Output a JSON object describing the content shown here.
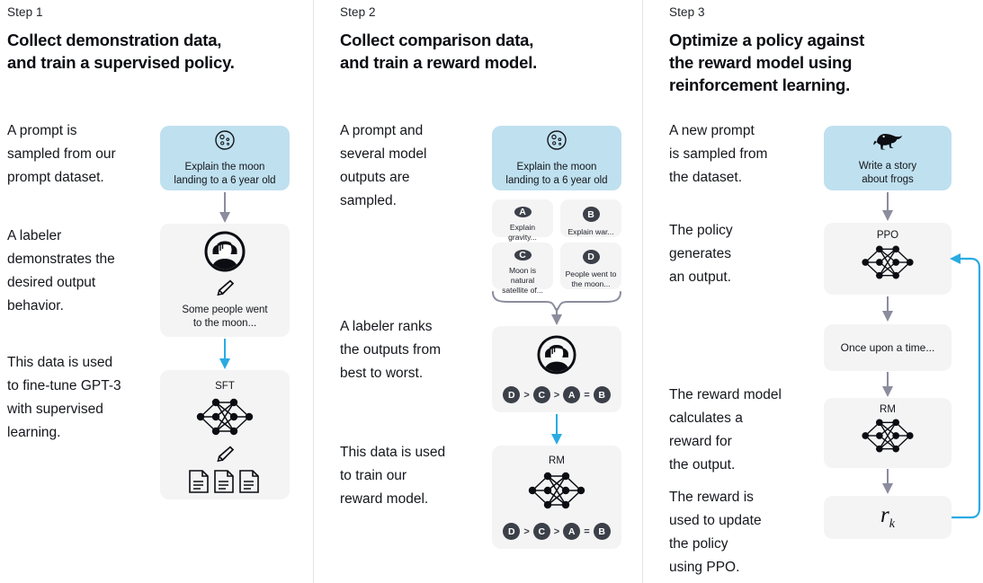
{
  "theme": {
    "blue_card": "#bfe0ef",
    "grey_card": "#f4f4f5",
    "grey_arrow": "#8b8c9d",
    "blue_arrow": "#29abe2",
    "token_bg": "#3c4049",
    "divider": "#e3e4e6",
    "text": "#15171c"
  },
  "columns": [
    {
      "step_label": "Step 1",
      "title_lines": [
        "Collect demonstration data,",
        "and train a supervised policy."
      ],
      "captions": [
        "A prompt is\nsampled from our\nprompt dataset.",
        "A labeler\ndemonstrates the\ndesired output\nbehavior.",
        "This data is used\nto fine-tune GPT-3\nwith supervised\nlearning."
      ],
      "prompt_card": {
        "icon": "moon-icon",
        "text": "Explain the moon\nlanding to a 6 year old"
      },
      "labeler_card": {
        "icon": "labeler-avatar-icon",
        "pencil": "pencil-icon",
        "text": "Some people went\nto the moon..."
      },
      "model_card": {
        "title": "SFT",
        "icon": "neural-network-icon",
        "pencil": "pencil-icon",
        "docs": "document-icon"
      }
    },
    {
      "step_label": "Step 2",
      "title_lines": [
        "Collect comparison data,",
        "and train a reward model."
      ],
      "captions": [
        "A prompt and\nseveral model\noutputs are\nsampled.",
        "A labeler ranks\nthe outputs from\nbest to worst.",
        "This data is used\nto train our\nreward model."
      ],
      "prompt_card": {
        "icon": "moon-icon",
        "text": "Explain the moon\nlanding to a 6 year old"
      },
      "outputs": [
        {
          "letter": "A",
          "text": "Explain gravity..."
        },
        {
          "letter": "B",
          "text": "Explain war..."
        },
        {
          "letter": "C",
          "text": "Moon is natural\nsatellite of..."
        },
        {
          "letter": "D",
          "text": "People went to\nthe moon..."
        }
      ],
      "rank_card": {
        "icon": "labeler-avatar-icon",
        "ranking": [
          "D",
          ">",
          "C",
          ">",
          "A",
          "=",
          "B"
        ]
      },
      "rm_card": {
        "title": "RM",
        "icon": "neural-network-icon",
        "ranking": [
          "D",
          ">",
          "C",
          ">",
          "A",
          "=",
          "B"
        ]
      }
    },
    {
      "step_label": "Step 3",
      "title_lines": [
        "Optimize a policy against",
        "the reward model using",
        "reinforcement learning."
      ],
      "captions": [
        "A new prompt\nis sampled from\nthe dataset.",
        "The policy\ngenerates\nan output.",
        "The reward model\ncalculates a\nreward for\nthe output.",
        "The reward is\nused to update\nthe policy\nusing PPO."
      ],
      "prompt_card": {
        "icon": "frog-icon",
        "text": "Write a story\nabout frogs"
      },
      "ppo_card": {
        "title": "PPO",
        "icon": "neural-network-icon"
      },
      "output_card": {
        "text": "Once upon a time..."
      },
      "rm_card": {
        "title": "RM",
        "icon": "neural-network-icon"
      },
      "reward_card": {
        "symbol": "r",
        "subscript": "k"
      }
    }
  ]
}
